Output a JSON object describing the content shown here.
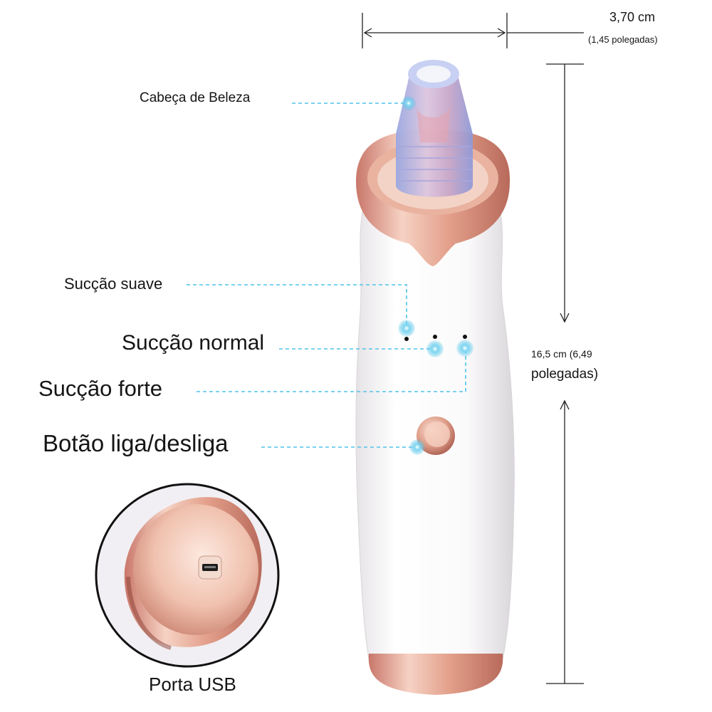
{
  "labels": {
    "beauty_head": "Cabeça de Beleza",
    "soft_suction": "Sucção suave",
    "normal_suction": "Sucção normal",
    "strong_suction": "Sucção forte",
    "power_button": "Botão liga/desliga",
    "usb_port": "Porta USB"
  },
  "dimensions": {
    "width_cm": "3,70 cm",
    "width_in": "(1,45 polegadas)",
    "height_line1": "16,5 cm (6,49",
    "height_line2": "polegadas)"
  },
  "colors": {
    "callout": "#4fc3e8",
    "rose_gold": "#d9927a",
    "body_white": "#f4f2f3",
    "nozzle_blue": "#9fb3e6"
  }
}
